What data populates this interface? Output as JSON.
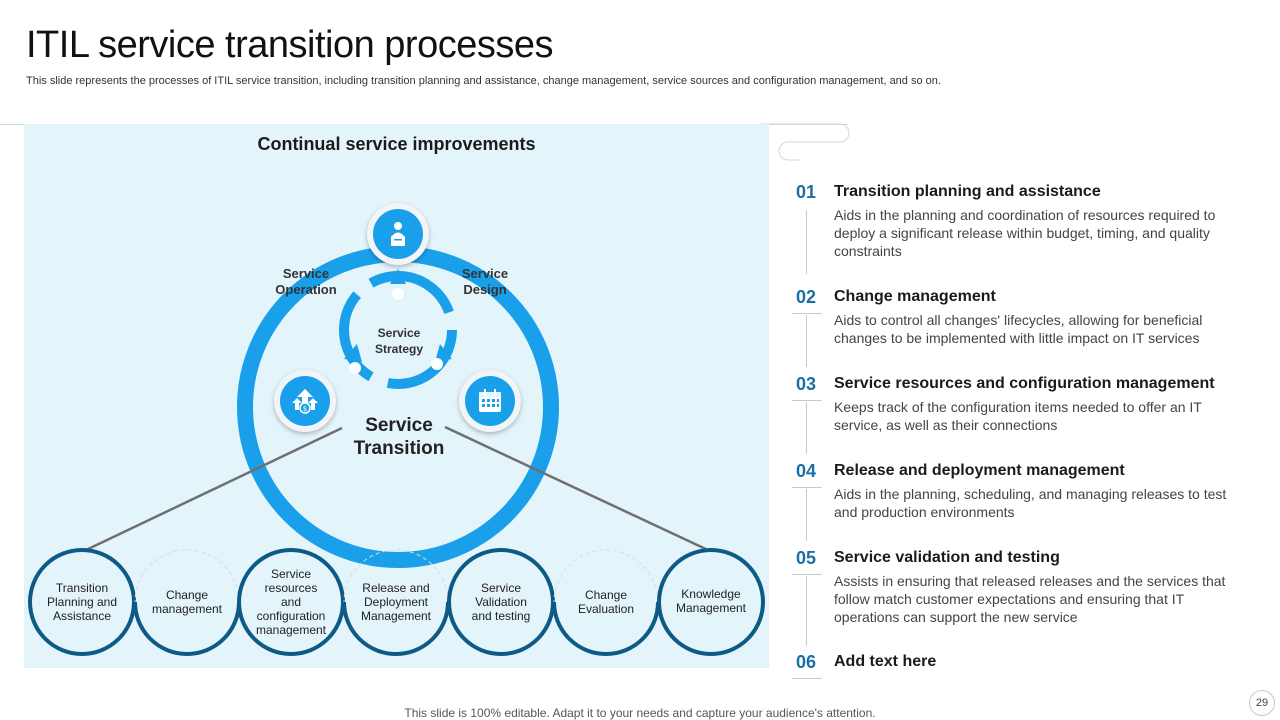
{
  "slide": {
    "title": "ITIL service transition processes",
    "subtitle": "This slide represents the processes of ITIL service transition, including transition planning and assistance, change management, service sources and configuration management, and so on.",
    "footer": "This slide is 100% editable. Adapt it to your needs and capture your audience's attention.",
    "page_number": "29"
  },
  "diagram": {
    "heading": "Continual service improvements",
    "service_operation": [
      "Service",
      "Operation"
    ],
    "service_design": [
      "Service",
      "Design"
    ],
    "service_strategy": [
      "Service",
      "Strategy"
    ],
    "service_transition": [
      "Service",
      "Transition"
    ],
    "icons": {
      "top": "presenter-icon",
      "left": "money-growth-icon",
      "right": "calendar-icon"
    },
    "sub_processes": [
      [
        "Transition",
        "Planning and",
        "Assistance"
      ],
      [
        "Change",
        "management"
      ],
      [
        "Service",
        "resources",
        "and",
        "configuration",
        "management"
      ],
      [
        "Release and",
        "Deployment",
        "Management"
      ],
      [
        "Service",
        "Validation",
        "and testing"
      ],
      [
        "Change",
        "Evaluation"
      ],
      [
        "Knowledge",
        "Management"
      ]
    ]
  },
  "steps": [
    {
      "num": "01",
      "title": "Transition planning and assistance",
      "desc": "Aids in the planning and coordination of resources required to deploy a significant release within budget, timing, and quality constraints"
    },
    {
      "num": "02",
      "title": "Change management",
      "desc": "Aids to control all changes' lifecycles, allowing for beneficial changes to be implemented with little impact on IT services"
    },
    {
      "num": "03",
      "title": "Service resources and configuration management",
      "desc": "Keeps track of the configuration items needed to offer an IT service, as well as their connections"
    },
    {
      "num": "04",
      "title": "Release and deployment management",
      "desc": "Aids in the planning, scheduling, and managing releases to test and production environments"
    },
    {
      "num": "05",
      "title": "Service validation and testing",
      "desc": "Assists in ensuring that released releases and the services that follow match customer expectations and ensuring that IT operations can support the new service"
    },
    {
      "num": "06",
      "title": "Add text here",
      "desc": ""
    }
  ],
  "colors": {
    "accent": "#1aa0ea",
    "dark_ring": "#0e5a86",
    "panel_bg": "#e3f4fb",
    "number": "#1c6ea4"
  }
}
